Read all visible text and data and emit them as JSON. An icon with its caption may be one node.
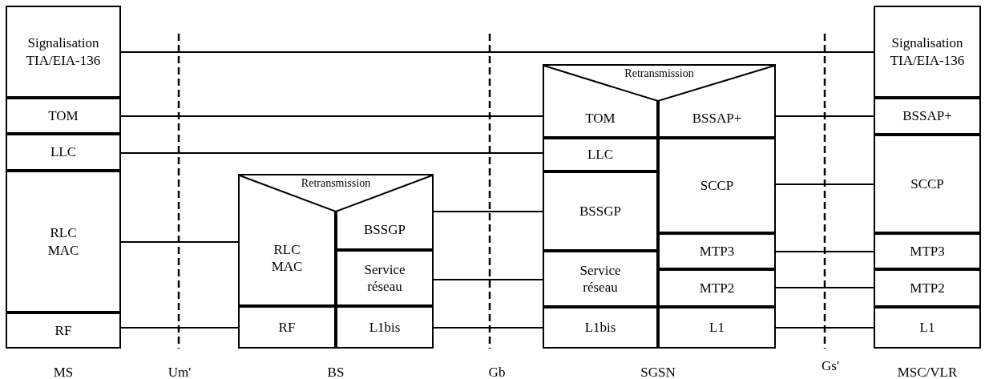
{
  "diagram": {
    "nodes": [
      {
        "text": [
          "Signalisation TIA/EIA-136"
        ]
      },
      {
        "text": [
          "TOM"
        ]
      },
      {
        "text": [
          "LLC"
        ]
      },
      {
        "text": [
          "RLC MAC"
        ]
      },
      {
        "text": [
          "RF"
        ]
      },
      {
        "text": [
          "Retransmission"
        ]
      },
      {
        "text": [
          "RLC MAC"
        ],
        "in": 5
      },
      {
        "text": [
          "BSSGP"
        ],
        "in": 5
      },
      {
        "text": [
          "Service réseau"
        ],
        "in": 5
      },
      {
        "text": [
          "RF"
        ],
        "in": 5
      },
      {
        "text": [
          "L1bis"
        ],
        "in": 5
      },
      {
        "text": [
          "Retransmission"
        ]
      },
      {
        "text": [
          "TOM"
        ],
        "in": 11
      },
      {
        "text": [
          "BSSAP+"
        ],
        "in": 11
      },
      {
        "text": [
          "LLC"
        ],
        "in": 11
      },
      {
        "text": [
          "SCCP"
        ],
        "in": 11
      },
      {
        "text": [
          "BSSGP"
        ],
        "in": 11
      },
      {
        "text": [
          "MTP3"
        ],
        "in": 11
      },
      {
        "text": [
          "Service réseau"
        ],
        "in": 11
      },
      {
        "text": [
          "MTP2"
        ],
        "in": 11
      },
      {
        "text": [
          "L1bis"
        ],
        "in": 11
      },
      {
        "text": [
          "L1"
        ],
        "in": 11
      },
      {
        "text": [
          "Signalisation TIA/EIA-136"
        ]
      },
      {
        "text": [
          "BSSAP+"
        ]
      },
      {
        "text": [
          "SCCP"
        ]
      },
      {
        "text": [
          "MTP3"
        ]
      },
      {
        "text": [
          "MTP2"
        ]
      },
      {
        "text": [
          "L1"
        ]
      }
    ],
    "edges": [
      {
        "from": 0,
        "to": 22,
        "arrow": "none"
      },
      {
        "from": 1,
        "to": 12,
        "arrow": "none"
      },
      {
        "from": 2,
        "to": 14,
        "arrow": "none"
      },
      {
        "from": 3,
        "to": 6,
        "arrow": "none"
      },
      {
        "from": 4,
        "to": 9,
        "arrow": "none"
      },
      {
        "from": 7,
        "to": 16,
        "arrow": "none"
      },
      {
        "from": 8,
        "to": 18,
        "arrow": "none"
      },
      {
        "from": 10,
        "to": 20,
        "arrow": "none"
      },
      {
        "from": 13,
        "to": 23,
        "arrow": "none"
      },
      {
        "from": 15,
        "to": 24,
        "arrow": "none"
      },
      {
        "from": 17,
        "to": 25,
        "arrow": "none"
      },
      {
        "from": 19,
        "to": 26,
        "arrow": "none"
      },
      {
        "from": 21,
        "to": 27,
        "arrow": "none"
      }
    ],
    "labels": [
      "MS",
      "Um'",
      "BS",
      "Gb",
      "SGSN",
      "Gs'",
      "MSC/VLR"
    ]
  }
}
